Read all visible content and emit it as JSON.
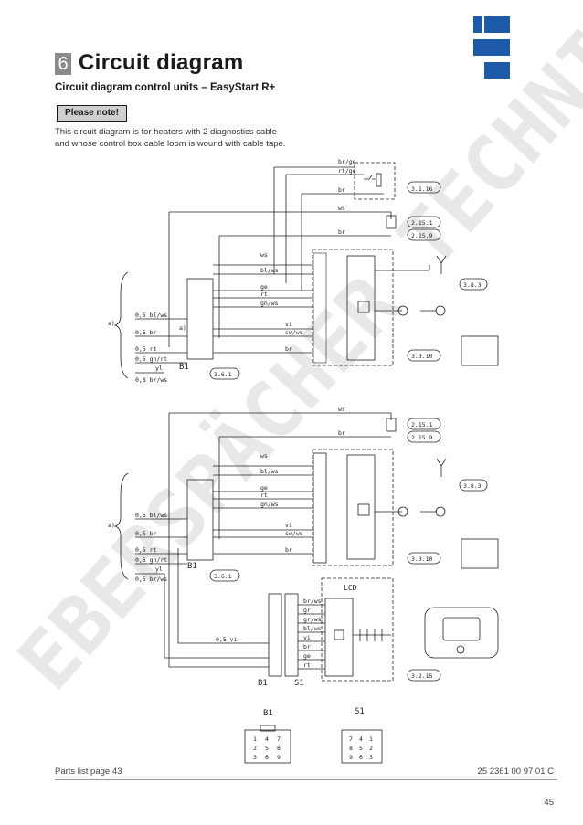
{
  "header": {
    "section_number": "6",
    "section_title": "Circuit diagram",
    "subtitle": "Circuit diagram control units – EasyStart R+",
    "note_button": "Please note!",
    "note_line1": "This circuit diagram is for heaters with 2 diagnostics cable",
    "note_line2": "and whose control box cable loom is wound with cable tape."
  },
  "watermark": "EBERSPÄCHER TECHNIK",
  "diagram1": {
    "refs": [
      "3.1.16",
      "2.15.1",
      "2.15.9",
      "3.8.3",
      "3.3.10",
      "3.6.1"
    ],
    "wires_top": [
      "br/ge",
      "rt/ge",
      "br",
      "ws",
      "br"
    ],
    "wires_module": [
      "ws",
      "bl/ws",
      "ge",
      "rt",
      "gn/ws",
      "vi",
      "sw/ws",
      "br"
    ],
    "wires_left": [
      "0,5 bl/ws",
      "0,5 br",
      "0,5 rt",
      "0,5 gn/rt",
      "yl",
      "0,8 br/ws"
    ],
    "label_a": "a)",
    "label_a2": "a)",
    "conn_label": "B1"
  },
  "diagram2": {
    "refs": [
      "2.15.1",
      "2.15.9",
      "3.8.3",
      "3.3.10",
      "3.6.1",
      "3.2.15"
    ],
    "wires_top": [
      "ws",
      "br"
    ],
    "wires_module": [
      "ws",
      "bl/ws",
      "ge",
      "rt",
      "gn/ws",
      "vi",
      "sw/ws",
      "br"
    ],
    "wires_left": [
      "0,5 bl/ws",
      "0,5 br",
      "0,5 rt",
      "0,5 gn/rt",
      "yl",
      "0,5 br/ws"
    ],
    "label_a": "a)",
    "conn_label": "B1",
    "lcd_label": "LCD",
    "lcd_wires": [
      "br/ws",
      "gr",
      "gr/ws",
      "bl/ws",
      "vi",
      "br",
      "ge",
      "rt"
    ],
    "vi_wire": "0,5 vi",
    "conn_b1": "B1",
    "conn_s1": "S1"
  },
  "connectors": {
    "b1_title": "B1",
    "s1_title": "S1",
    "b1_pins": [
      "1",
      "4",
      "7",
      "2",
      "5",
      "8",
      "3",
      "6",
      "9"
    ],
    "s1_pins": [
      "7",
      "4",
      "1",
      "8",
      "5",
      "2",
      "9",
      "6",
      "3"
    ]
  },
  "footer": {
    "parts_list": "Parts list page 43",
    "doc_number": "25 2361 00 97 01 C",
    "page": "45"
  }
}
